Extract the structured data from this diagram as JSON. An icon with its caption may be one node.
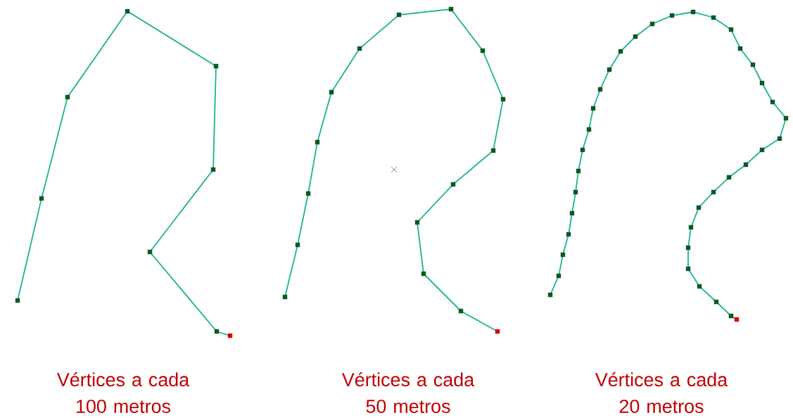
{
  "diagram": {
    "labels": [
      "Vértices a cada 100 metros",
      "Vértices a cada 50 metros",
      "Vértices a cada 20 metros"
    ]
  }
}
